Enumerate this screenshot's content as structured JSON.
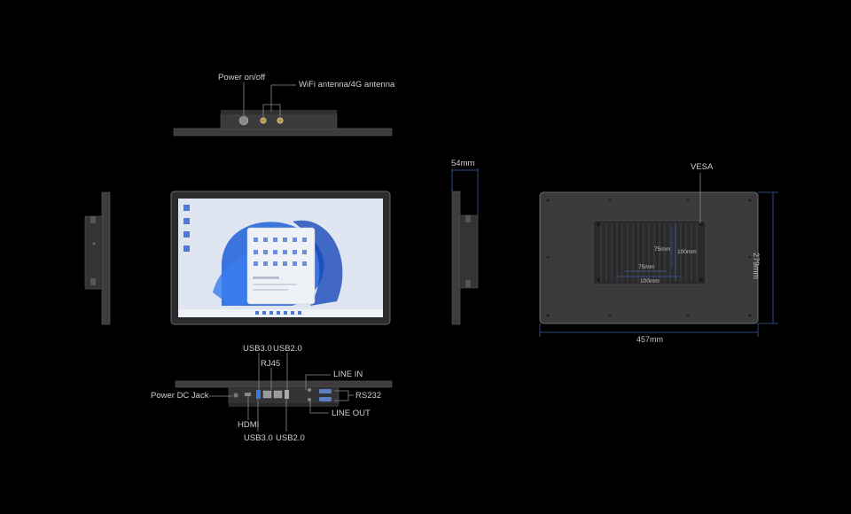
{
  "labels": {
    "power_on_off": "Power on/off",
    "wifi_antenna": "WiFi antenna/4G antenna",
    "usb30_top": "USB3.0",
    "usb20_top": "USB2.0",
    "rj45": "RJ45",
    "line_in": "LINE IN",
    "power_dc_jack": "Power DC Jack",
    "rs232": "RS232",
    "line_out": "LINE OUT",
    "hdmi": "HDMI",
    "usb30_bottom": "USB3.0",
    "usb20_bottom": "USB2.0",
    "vesa": "VESA"
  },
  "dimensions": {
    "depth": "54mm",
    "height": "279mm",
    "width": "457mm",
    "vesa_h": "75mm",
    "vesa_h2": "100mm",
    "vesa_w": "75mm",
    "vesa_w2": "100mm"
  },
  "colors": {
    "background": "#000000",
    "chassis": "#3c3c3e",
    "dimension_line": "#3a5fa0",
    "screen_bg": "#dfe6f2",
    "wallpaper": "#1f5fd8"
  }
}
